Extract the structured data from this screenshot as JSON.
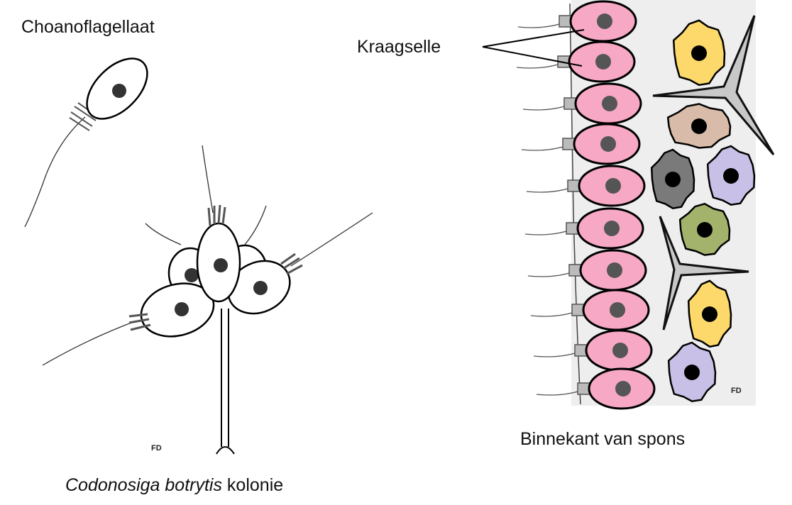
{
  "labels": {
    "choanoflagellate": "Choanoflagellaat",
    "collar_cells": "Kraagselle",
    "colony_species": "Codonosiga botrytis",
    "colony_word": "kolonie",
    "sponge_inside": "Binnekant van spons"
  },
  "signature": "FD",
  "colors": {
    "collar_cell": "#f7a8c4",
    "nucleus": "#555555",
    "sponge_bg": "#eeeeee",
    "yellow_cell": "#fcd96a",
    "tan_cell": "#d8bba8",
    "gray_cell": "#7a7a7a",
    "lavender_cell": "#c8c0e6",
    "green_cell": "#a3b36b",
    "spicule": "#c8c8c8"
  }
}
